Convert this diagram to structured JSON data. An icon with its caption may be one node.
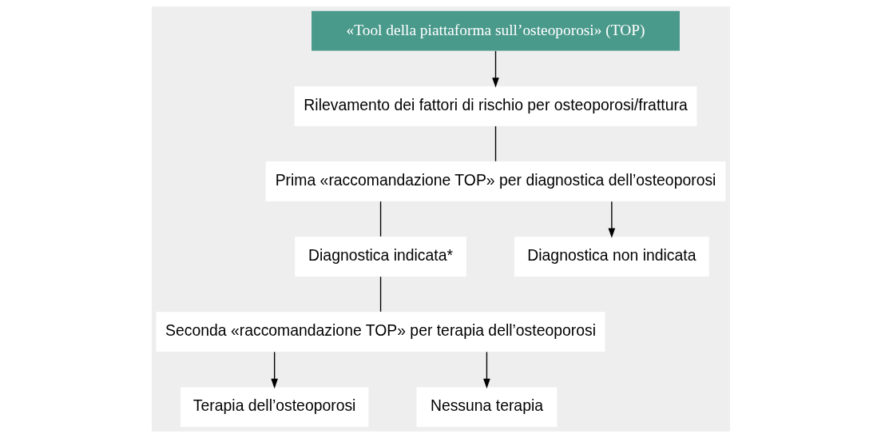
{
  "diagram": {
    "nodes": [
      {
        "text": [
          "«Tool della piattaforma sull’osteoporosi» (TOP)"
        ]
      },
      {
        "text": [
          "Rilevamento dei fattori di rischio per osteoporosi/frattura"
        ]
      },
      {
        "text": [
          "Prima «raccomandazione TOP» per diagnostica dell’osteoporosi"
        ]
      },
      {
        "text": [
          "Diagnostica indicata*"
        ]
      },
      {
        "text": [
          "Diagnostica non indicata"
        ]
      },
      {
        "text": [
          "Seconda «raccomandazione TOP» per terapia dell’osteoporosi"
        ]
      },
      {
        "text": [
          "Terapia dell’osteoporosi"
        ]
      },
      {
        "text": [
          "Nessuna terapia"
        ]
      }
    ],
    "edges": [
      {
        "from": 0,
        "to": 1,
        "arrow": "to"
      },
      {
        "from": 1,
        "to": 2,
        "arrow": "none"
      },
      {
        "from": 2,
        "to": 3,
        "arrow": "none"
      },
      {
        "from": 2,
        "to": 4,
        "arrow": "to"
      },
      {
        "from": 3,
        "to": 5,
        "arrow": "none"
      },
      {
        "from": 5,
        "to": 6,
        "arrow": "to"
      },
      {
        "from": 5,
        "to": 7,
        "arrow": "to"
      }
    ]
  }
}
